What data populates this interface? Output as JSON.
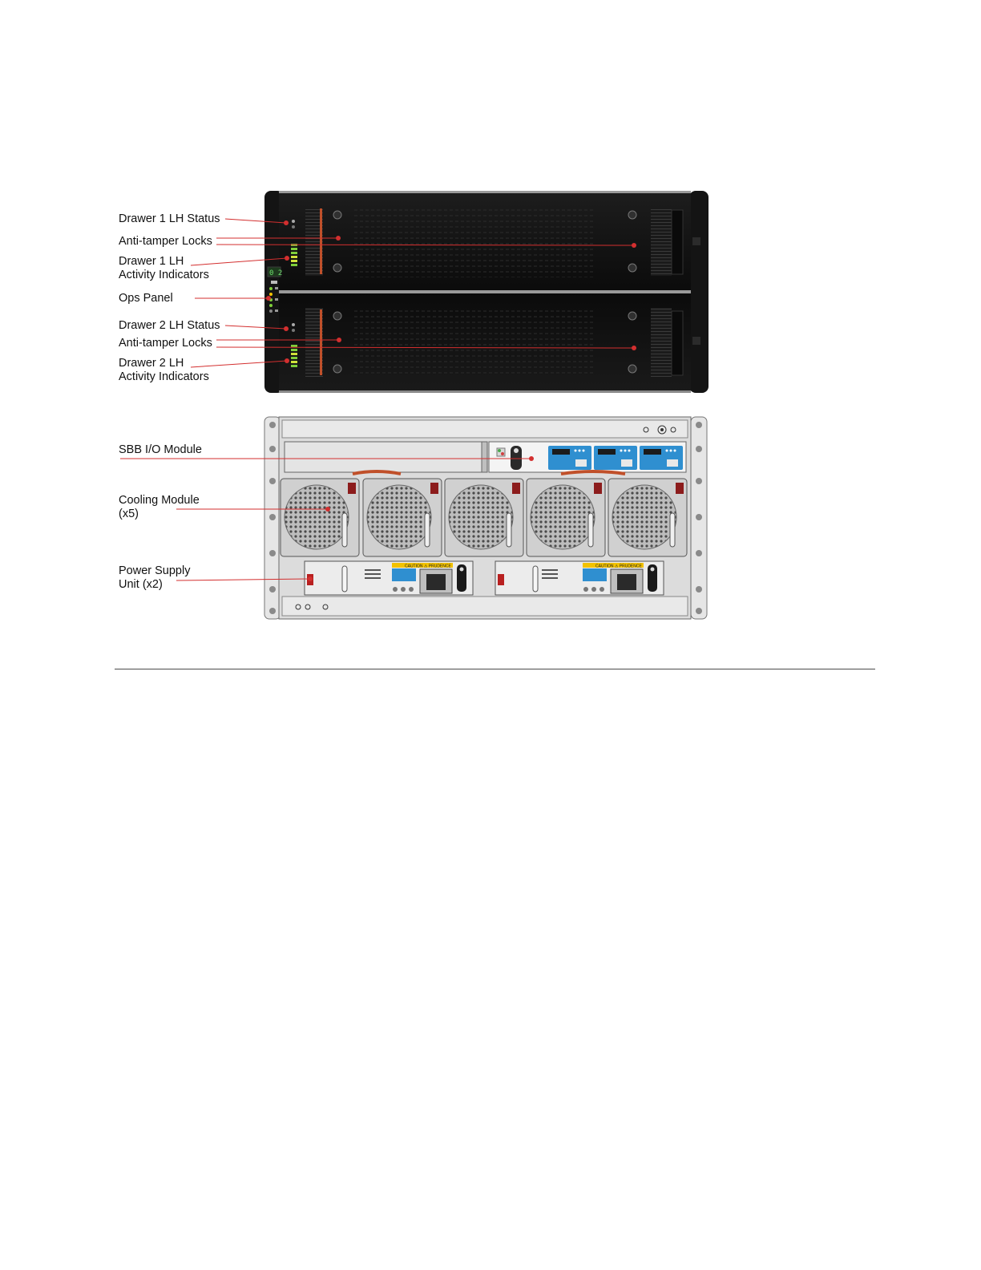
{
  "front_callouts": {
    "drawer1_status": "Drawer 1 LH Status",
    "anti_tamper_1": "Anti-tamper Locks",
    "drawer1_activity_line1": "Drawer 1 LH",
    "drawer1_activity_line2": "Activity Indicators",
    "ops_panel": "Ops Panel",
    "drawer2_status": "Drawer 2 LH Status",
    "anti_tamper_2": "Anti-tamper Locks",
    "drawer2_activity_line1": "Drawer 2 LH",
    "drawer2_activity_line2": "Activity Indicators"
  },
  "rear_callouts": {
    "sbb_io": "SBB I/O Module",
    "cooling_line1": "Cooling Module",
    "cooling_line2": "(x5)",
    "psu_line1": "Power Supply",
    "psu_line2": "Unit (x2)"
  },
  "ops_panel_display": "0 2",
  "psu_warning": "CAUTION  ⚠  PRUDENCE",
  "colors": {
    "leader": "#d32f2f",
    "chassis_dark": "#141414",
    "chassis_light": "#dcdcdc",
    "io_blue": "#2f8fd0",
    "handle_orange": "#c0502a",
    "warning_yellow": "#f2c200"
  }
}
